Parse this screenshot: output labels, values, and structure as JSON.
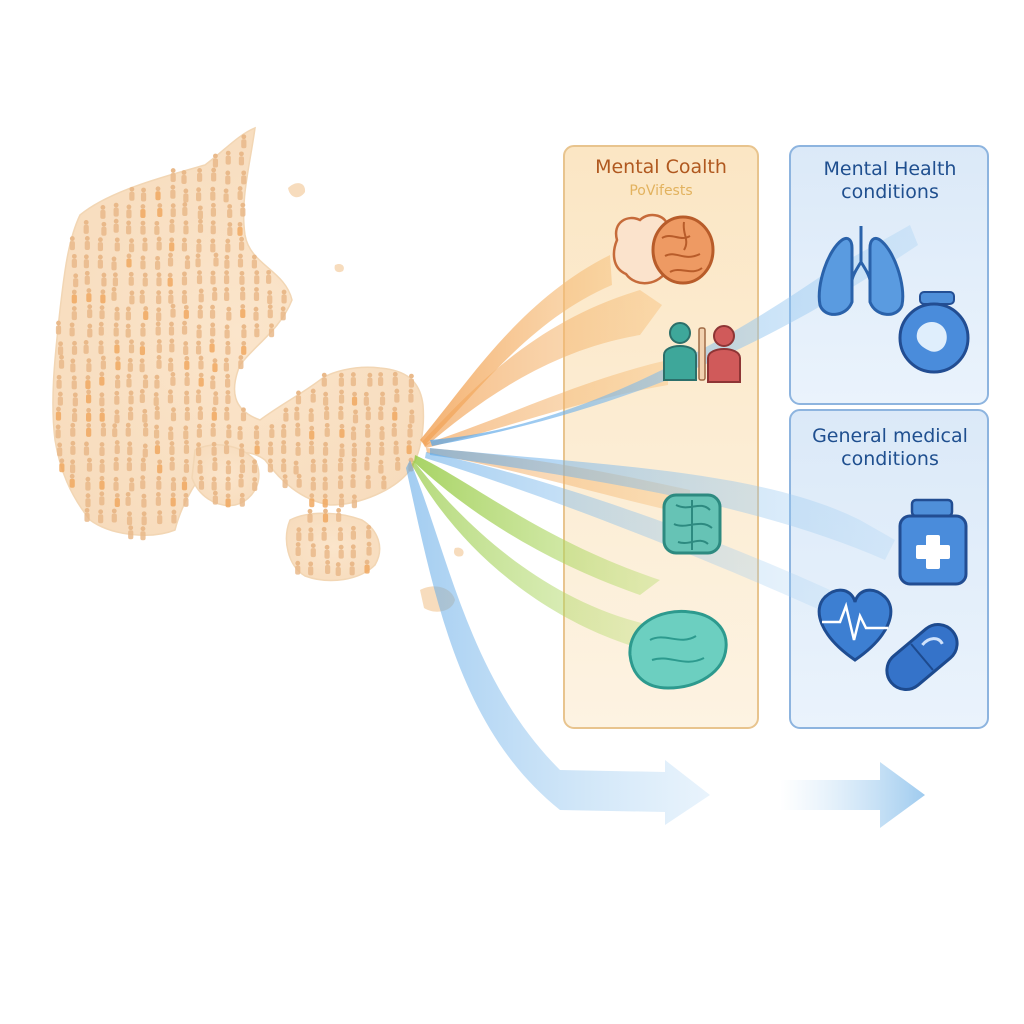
{
  "panels": {
    "mental_coalth": {
      "title": "Mental Coalth",
      "subtitle": "PoVifests"
    },
    "mental_health": {
      "title_line1": "Mental Health",
      "title_line2": "conditions"
    },
    "general_medical": {
      "title_line1": "General medical",
      "title_line2": "conditions"
    }
  },
  "icons": {
    "mental_coalth": [
      "brain-icon",
      "people-icon",
      "organ-icon",
      "stomach-icon"
    ],
    "mental_health": [
      "lungs-icon",
      "bladder-icon"
    ],
    "general_medical": [
      "medicine-bottle-icon",
      "heart-icon",
      "pill-icon"
    ]
  },
  "colors": {
    "people": "#e9b98a",
    "flow_orange": "#f5a65a",
    "flow_green": "#9ccc45",
    "flow_blue": "#6aaee6",
    "panel_warm": "#fdf0d8",
    "panel_cool": "#e3effa",
    "panel_cool_border": "#8db4df"
  }
}
